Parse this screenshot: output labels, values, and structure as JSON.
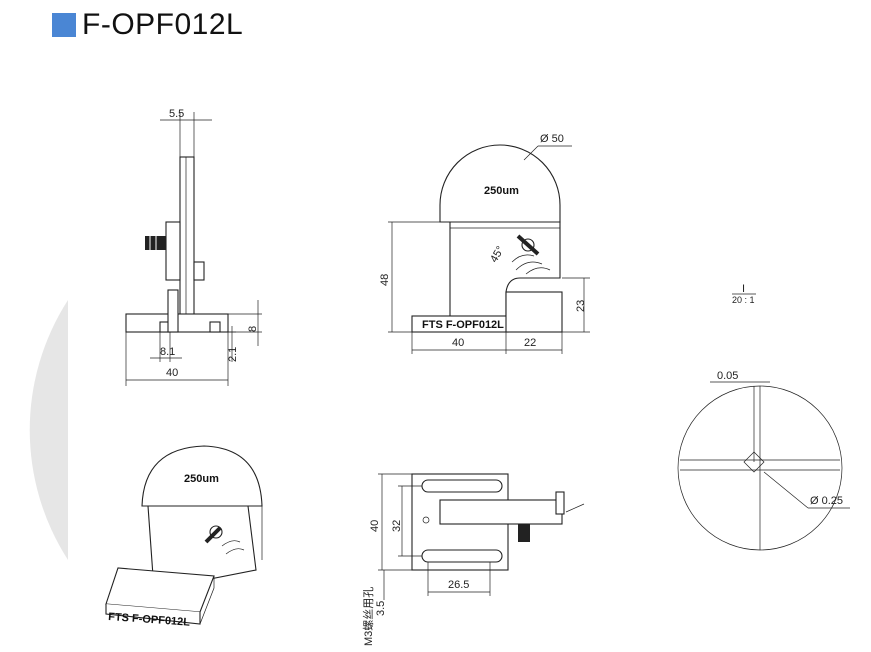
{
  "header": {
    "title": "F-OPF012L",
    "accent_color": "#4a86d4"
  },
  "side_view": {
    "dim_top_width": "5.5",
    "dim_base_height": "8",
    "dim_offset": "8.1",
    "dim_low": "2.1",
    "dim_base_width": "40"
  },
  "front_view": {
    "dim_diameter": "Ø 50",
    "dial_label": "250um",
    "angle_label": "45°",
    "base_label": "FTS  F-OPF012L",
    "dim_height": "48",
    "dim_step": "23",
    "dim_width_left": "40",
    "dim_width_right": "22"
  },
  "scale_note": {
    "marker": "I",
    "scale": "20 : 1"
  },
  "detail_view": {
    "dim_gap": "0.05",
    "dim_diameter": "Ø 0.25"
  },
  "iso_view": {
    "dial_label": "250um",
    "base_label": "FTS  F-OPF012L"
  },
  "top_view": {
    "dim_height": "40",
    "dim_inner": "32",
    "dim_slot": "26.5",
    "dim_hole": "3.5",
    "hole_note": "M3螺丝用孔"
  },
  "colors": {
    "line": "#222222",
    "watermark": "#e6e6e6"
  }
}
